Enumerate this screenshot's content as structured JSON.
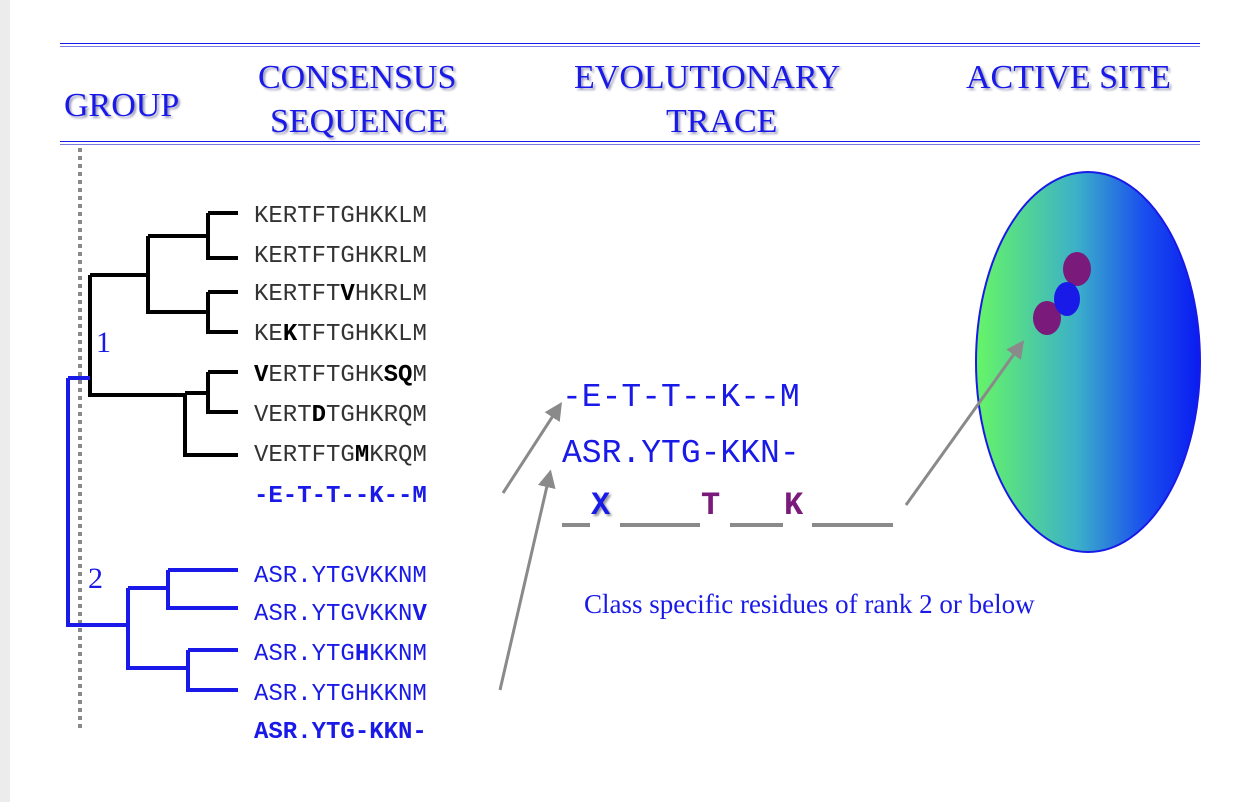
{
  "headers": {
    "group": "GROUP",
    "consensus_line1": "CONSENSUS",
    "consensus_line2": "SEQUENCE",
    "evolutionary_line1": "EVOLUTIONARY",
    "evolutionary_line2": "TRACE",
    "active_site": "ACTIVE SITE"
  },
  "groups": [
    {
      "label": "1",
      "sequences": [
        [
          {
            "t": "KERTFTGHKKLM"
          }
        ],
        [
          {
            "t": "KERTFTGHKRLM"
          }
        ],
        [
          {
            "t": "KERTFT"
          },
          {
            "t": "V",
            "b": true
          },
          {
            "t": "HKRLM"
          }
        ],
        [
          {
            "t": "KE"
          },
          {
            "t": "K",
            "b": true
          },
          {
            "t": "TFTGHKKLM"
          }
        ],
        [
          {
            "t": "V",
            "b": true
          },
          {
            "t": "ERTFTGHK"
          },
          {
            "t": "SQ",
            "b": true
          },
          {
            "t": "M"
          }
        ],
        [
          {
            "t": "VERT"
          },
          {
            "t": "D",
            "b": true
          },
          {
            "t": "TGHKRQM"
          }
        ],
        [
          {
            "t": "VERTFTG"
          },
          {
            "t": "M",
            "b": true
          },
          {
            "t": "KRQM"
          }
        ]
      ],
      "consensus": "-E-T-T--K--M"
    },
    {
      "label": "2",
      "sequences": [
        [
          {
            "t": "ASR.YTGVKKNM"
          }
        ],
        [
          {
            "t": "ASR.YTGVKKN"
          },
          {
            "t": "V",
            "b": true
          }
        ],
        [
          {
            "t": "ASR.YTG"
          },
          {
            "t": "H",
            "b": true
          },
          {
            "t": "KKNM"
          }
        ],
        [
          {
            "t": "ASR.YTGHKKNM"
          }
        ]
      ],
      "consensus": "ASR.YTG-KKN-"
    }
  ],
  "trace": {
    "line1": "-E-T-T--K--M",
    "line2": "ASR.YTG-KKN-",
    "residues": [
      "X",
      "T",
      "K"
    ],
    "caption": "Class specific residues of rank 2 or below"
  },
  "colors": {
    "blue": "#1a1ae8",
    "black": "#000000",
    "purple": "#7a1a7a",
    "arrow_gray": "#8a8a8a"
  }
}
